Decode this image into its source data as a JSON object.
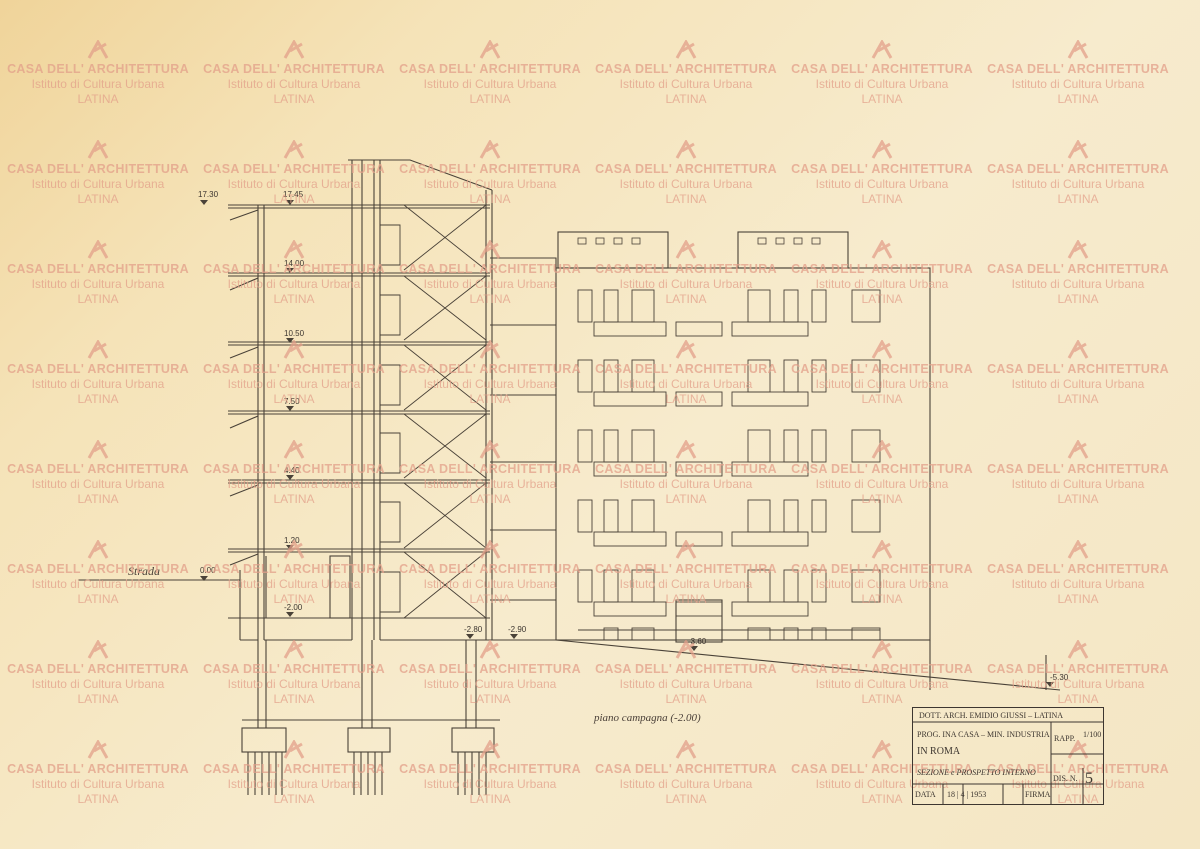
{
  "watermark": {
    "name": "CASA DELL' ARCHITETTURA",
    "subtitle": "Istituto di Cultura Urbana",
    "city": "LATINA",
    "logo_color": "#e3a08a"
  },
  "drawing": {
    "street_label": "Strada",
    "ground_label": "piano campagna (-2.00)",
    "levels": [
      "17.30",
      "17.45",
      "14.00",
      "10.50",
      "7.50",
      "4.40",
      "1.20",
      "0.00",
      "-2.00",
      "-2.80",
      "-2.90",
      "-3.60",
      "-5.30"
    ]
  },
  "title_block": {
    "architect": "DOTT. ARCH. EMIDIO GIUSSI – LATINA",
    "program": "PROG. INA CASA – MIN. INDUSTRIA",
    "location": "IN ROMA",
    "subject": "SEZIONE e PROSPETTO INTERNO",
    "scale_label": "RAPP.",
    "scale_value": "1/100",
    "date_label": "DATA",
    "date_value": "18 | 4 | 1953",
    "signature_label": "FIRMA",
    "drawing_number_label": "DIS. N.",
    "drawing_number": "5"
  }
}
